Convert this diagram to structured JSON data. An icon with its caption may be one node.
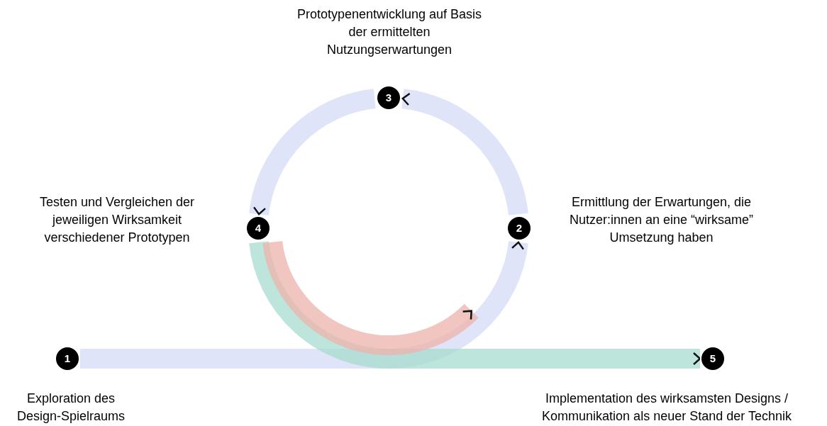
{
  "diagram": {
    "nodes": [
      {
        "text": [
          "1"
        ],
        "beside": [
          "Exploration des Design-Spielraums"
        ]
      },
      {
        "text": [
          "2"
        ],
        "beside": [
          "Ermittlung der Erwartungen, die Nutzer:innen an eine “wirksame” Umsetzung haben"
        ]
      },
      {
        "text": [
          "3"
        ],
        "beside": [
          "Prototypenentwicklung auf Basis der ermittelten Nutzungserwartungen"
        ]
      },
      {
        "text": [
          "4"
        ],
        "beside": [
          "Testen und Vergleichen der jeweiligen Wirksamkeit verschiedener Prototypen"
        ]
      },
      {
        "text": [
          "5"
        ],
        "beside": [
          "Implementation des wirksamsten Designs / Kommunikation als neuer Stand der Technik"
        ]
      }
    ],
    "edges": [
      {
        "from": 0,
        "to": 1,
        "arrow": "to"
      },
      {
        "from": 1,
        "to": 2,
        "arrow": "to"
      },
      {
        "from": 2,
        "to": 3,
        "arrow": "to"
      },
      {
        "from": 3,
        "to": 4,
        "arrow": "to",
        "color": "#a8dccf"
      },
      {
        "from": 3,
        "to": null,
        "arrow": "to",
        "color": "#eeb3ab"
      }
    ]
  }
}
